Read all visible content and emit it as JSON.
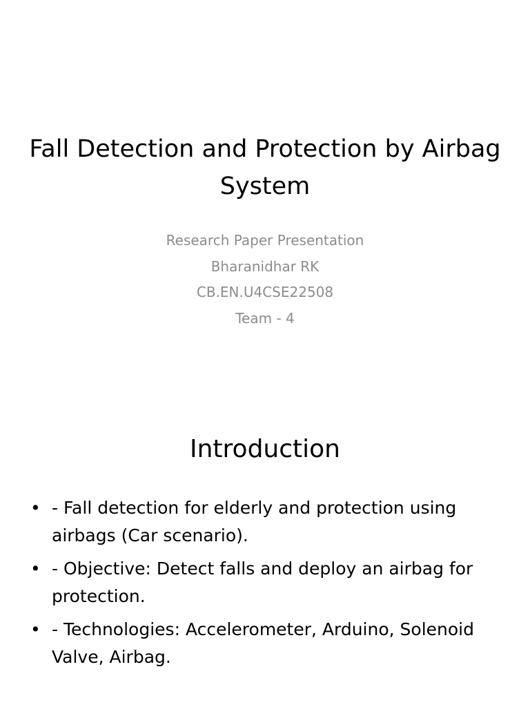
{
  "slide1": {
    "title": "Fall Detection and Protection by Airbag System",
    "subtitle_lines": [
      "Research Paper Presentation",
      "Bharanidhar RK",
      "CB.EN.U4CSE22508",
      "Team - 4"
    ]
  },
  "slide2": {
    "title": "Introduction",
    "bullets": [
      "- Fall detection for elderly and protection using airbags (Car scenario).",
      "- Objective: Detect falls and deploy an airbag for protection.",
      "- Technologies: Accelerometer, Arduino, Solenoid Valve, Airbag."
    ],
    "bullet_glyph": "•"
  },
  "colors": {
    "background": "#ffffff",
    "title_text": "#000000",
    "subtitle_text": "#8c8c8c"
  }
}
